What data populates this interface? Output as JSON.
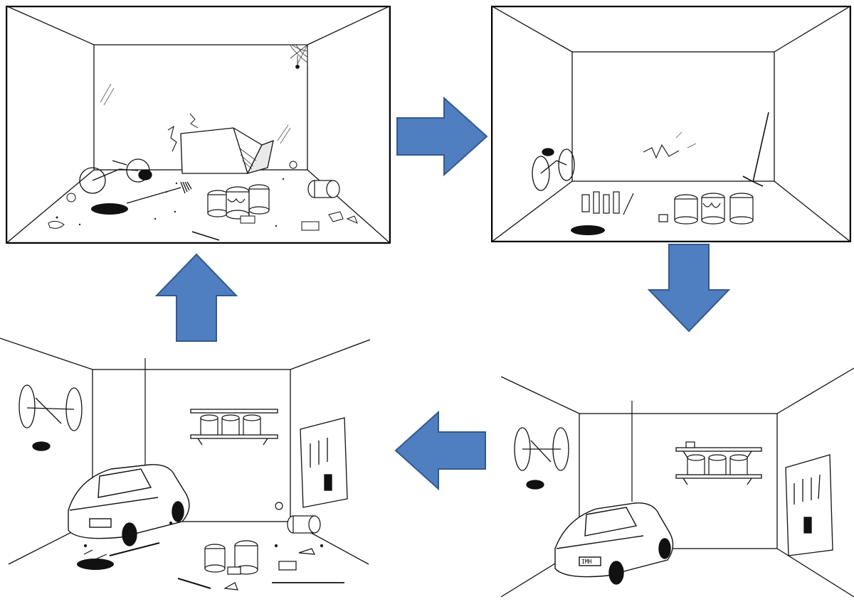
{
  "colors": {
    "arrow_fill": "#4f7fc0",
    "arrow_stroke": "#34598c",
    "line": "#111111",
    "panel_border": "#000000",
    "background": "#ffffff"
  },
  "figure": {
    "type": "cycle-diagram",
    "flow": [
      "messy-garage",
      "cleaned-garage",
      "organized-garage-with-car",
      "messy-garage-with-car"
    ],
    "arrows": [
      "right",
      "down",
      "left",
      "up"
    ]
  },
  "panels": {
    "messy_garage": {
      "icons": [
        "cobweb-icon",
        "spider-icon",
        "bicycle-icon",
        "box-icon",
        "paint-can-icon",
        "rake-icon",
        "oil-stain-icon"
      ]
    },
    "clean_garage": {
      "icons": [
        "bicycle-icon",
        "pickaxe-icon",
        "tools-icon",
        "paint-can-icon",
        "oil-stain-icon"
      ]
    },
    "organized_garage": {
      "plate_text": "IMH",
      "icons": [
        "hanging-bicycle-icon",
        "shelf-icon",
        "paint-can-icon",
        "pegboard-icon",
        "car-icon",
        "ceiling-cord-icon"
      ]
    },
    "messy_car_garage": {
      "plate_text": "",
      "icons": [
        "hanging-bicycle-icon",
        "shelf-icon",
        "paint-can-icon",
        "pegboard-icon",
        "car-icon",
        "oil-stain-icon",
        "debris-icon"
      ]
    }
  }
}
